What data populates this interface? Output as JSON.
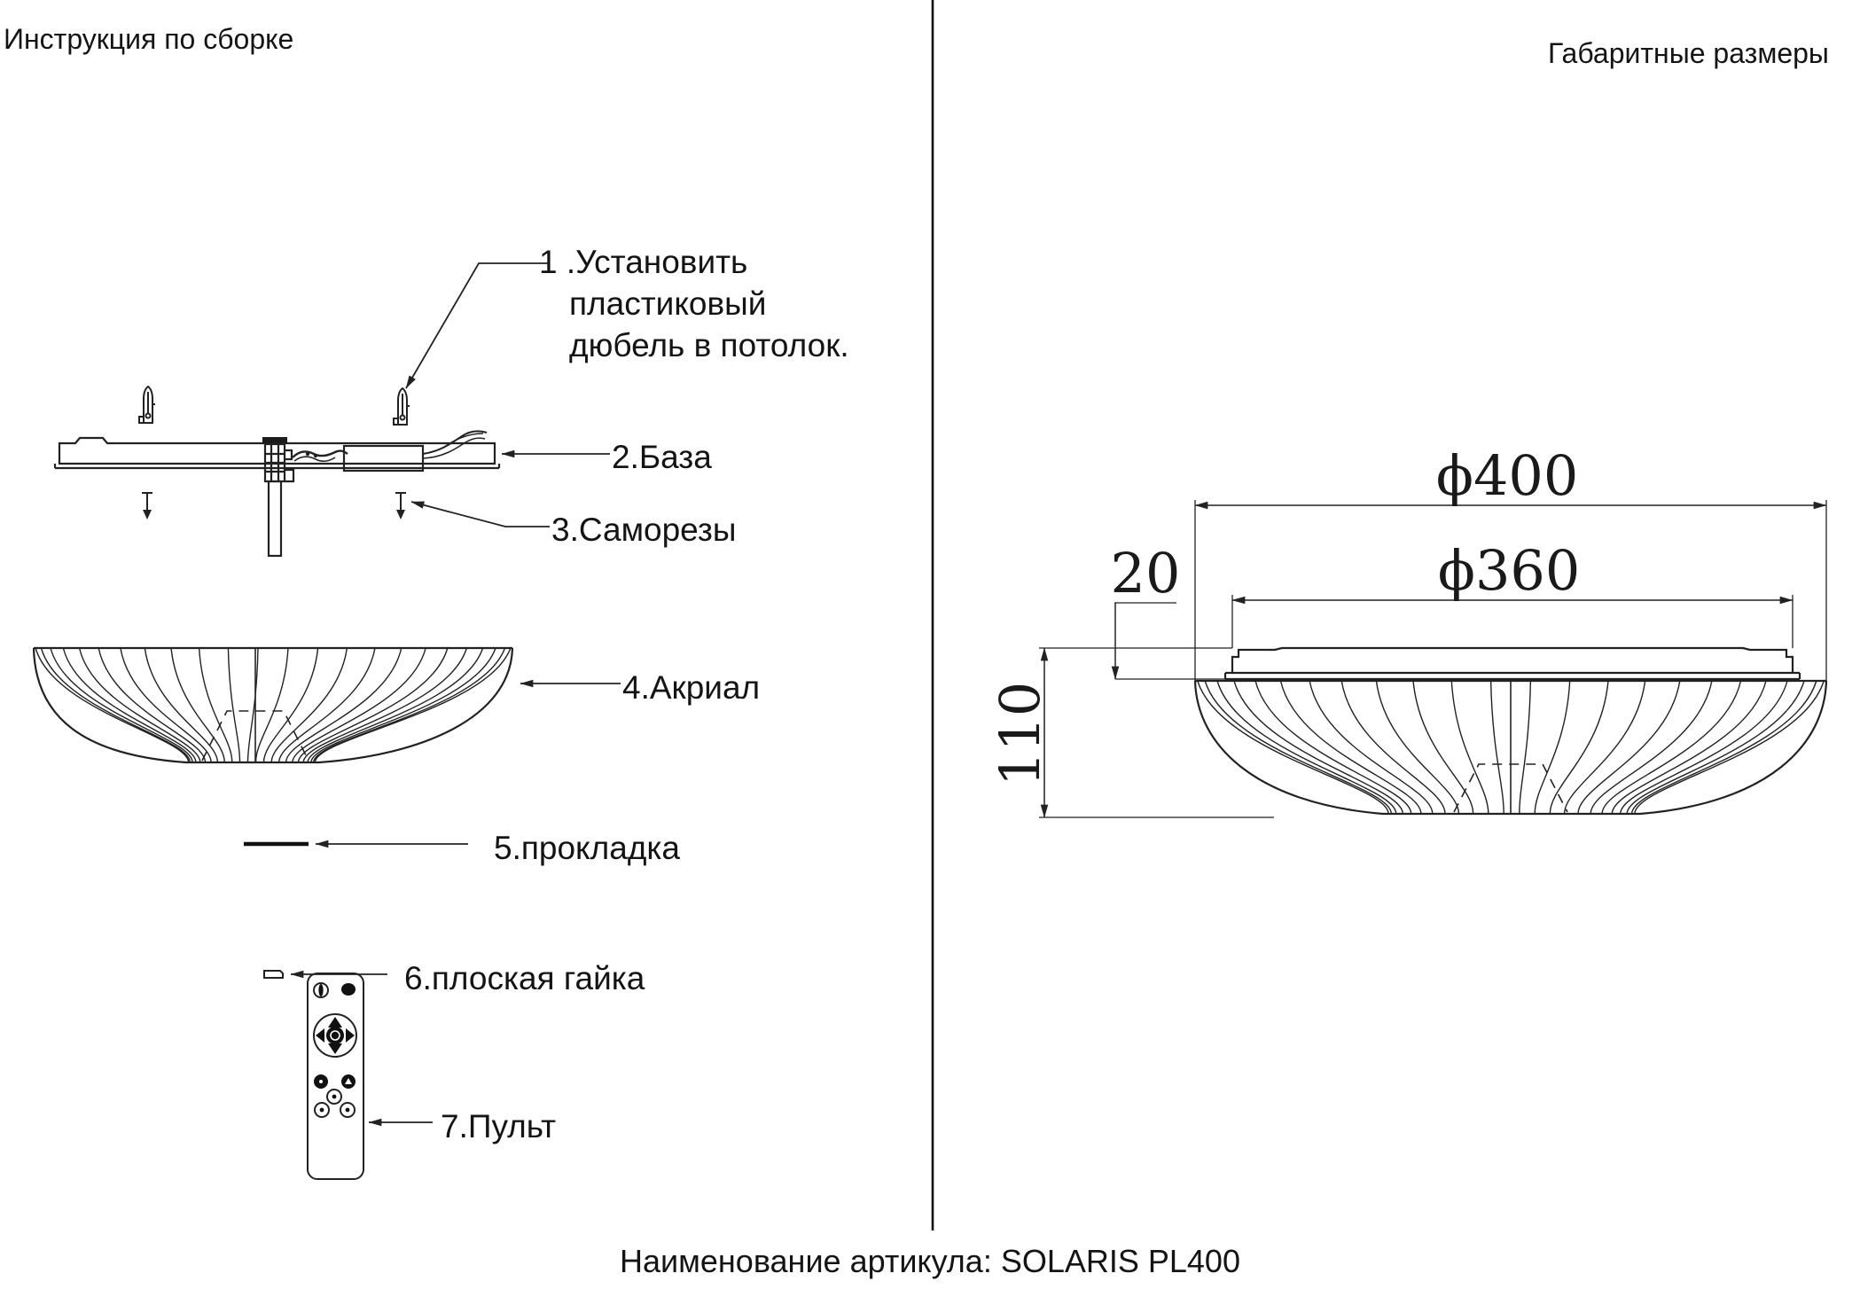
{
  "left_panel": {
    "title": "Инструкция по сборке",
    "items": [
      {
        "label": "1 .Установить\nпластиковый\nдюбель в потолок."
      },
      {
        "label": "2.База"
      },
      {
        "label": "3.Саморезы"
      },
      {
        "label": "4.Акриал"
      },
      {
        "label": "5.прокладка"
      },
      {
        "label": "6.плоская гайка"
      },
      {
        "label": "7.Пульт"
      }
    ]
  },
  "right_panel": {
    "title": "Габаритные размеры",
    "dims": {
      "outer_diameter": "ϕ400",
      "inner_diameter": "ϕ360",
      "base_height": "20",
      "total_height": "110"
    }
  },
  "footer": {
    "label": "Наименование артикула: SOLARIS PL400"
  },
  "colors": {
    "line": "#222222",
    "text": "#141414",
    "background": "#ffffff"
  }
}
